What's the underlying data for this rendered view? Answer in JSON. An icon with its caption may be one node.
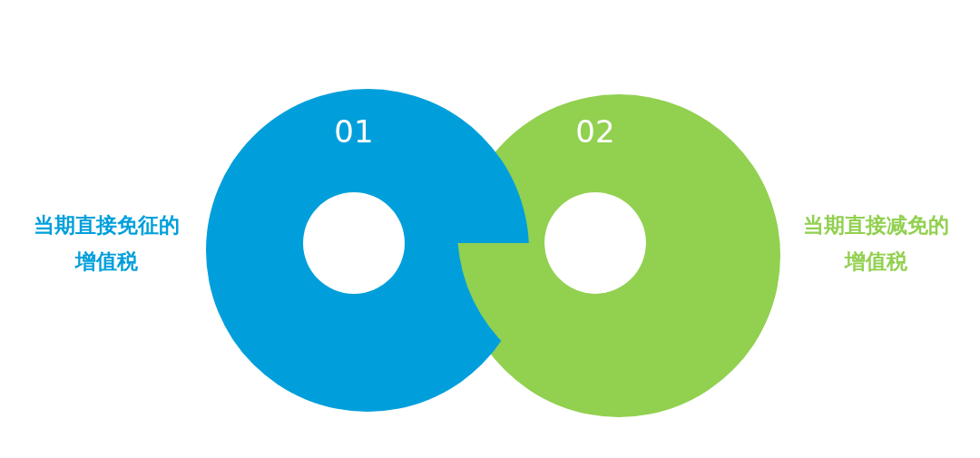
{
  "diagram": {
    "nodes": [
      {
        "text": [
          "01"
        ],
        "beside": [
          "当期直接免征的增值税"
        ]
      },
      {
        "text": [
          "02"
        ],
        "beside": [
          "当期直接减免的增值税"
        ]
      }
    ]
  }
}
